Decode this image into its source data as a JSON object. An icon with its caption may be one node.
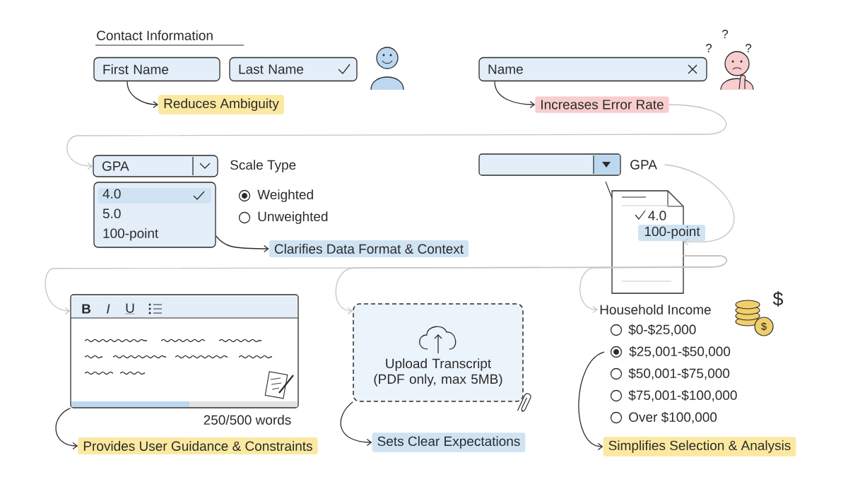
{
  "diagram": {
    "nodes": [
      {
        "text": [
          "First Name"
        ]
      },
      {
        "text": [
          "Last Name"
        ]
      },
      {
        "text": [
          "Reduces Ambiguity"
        ]
      },
      {
        "text": [
          "Name"
        ]
      },
      {
        "text": [
          "Increases Error Rate"
        ]
      },
      {
        "text": [
          "GPA"
        ]
      },
      {
        "text": [
          "4.0",
          "5.0",
          "100-point"
        ]
      },
      {
        "text": [
          "Clarifies Data Format & Context"
        ]
      },
      {
        "text": [],
        "shape": "box",
        "beside": [
          "GPA"
        ]
      },
      {
        "text": [
          "4.0",
          "100-point"
        ]
      },
      {
        "text": [],
        "shape": "box",
        "beside": [
          "250/500 words"
        ]
      },
      {
        "text": [
          "Provides User Guidance & Constraints"
        ]
      },
      {
        "text": [
          "Upload Transcript (PDF only, max 5MB)"
        ]
      },
      {
        "text": [
          "Sets Clear Expectations"
        ]
      },
      {
        "text": [
          "Household Income"
        ]
      },
      {
        "text": [
          "$25,001-$50,000"
        ]
      },
      {
        "text": [
          "Simplifies Selection & Analysis"
        ]
      }
    ],
    "edges": [
      {
        "from": 0,
        "to": 2,
        "arrow": "to"
      },
      {
        "from": 3,
        "to": 4,
        "arrow": "to"
      },
      {
        "from": 4,
        "to": 5,
        "arrow": "to",
        "color": "#c4c4c4"
      },
      {
        "from": 6,
        "to": 7,
        "arrow": "to"
      },
      {
        "from": 8,
        "to": 9,
        "arrow": "to",
        "color": "#c4c4c4"
      },
      {
        "from": 9,
        "to": 10,
        "arrow": "to",
        "color": "#c4c4c4"
      },
      {
        "from": 9,
        "to": 12,
        "arrow": "to",
        "color": "#c4c4c4"
      },
      {
        "from": 9,
        "to": 14,
        "arrow": "to",
        "color": "#c4c4c4"
      },
      {
        "from": 10,
        "to": 11,
        "arrow": "to"
      },
      {
        "from": 12,
        "to": 13,
        "arrow": "to"
      },
      {
        "from": 15,
        "to": 16,
        "arrow": "to"
      }
    ],
    "labels": [
      "Contact Information",
      "?",
      "?",
      "?",
      "Scale Type",
      "Weighted",
      "Unweighted",
      "B",
      "I",
      "U",
      "$",
      "$",
      "$0-$25,000",
      "$50,001-$75,000",
      "$75,001-$100,000",
      "Over $100,000"
    ]
  }
}
